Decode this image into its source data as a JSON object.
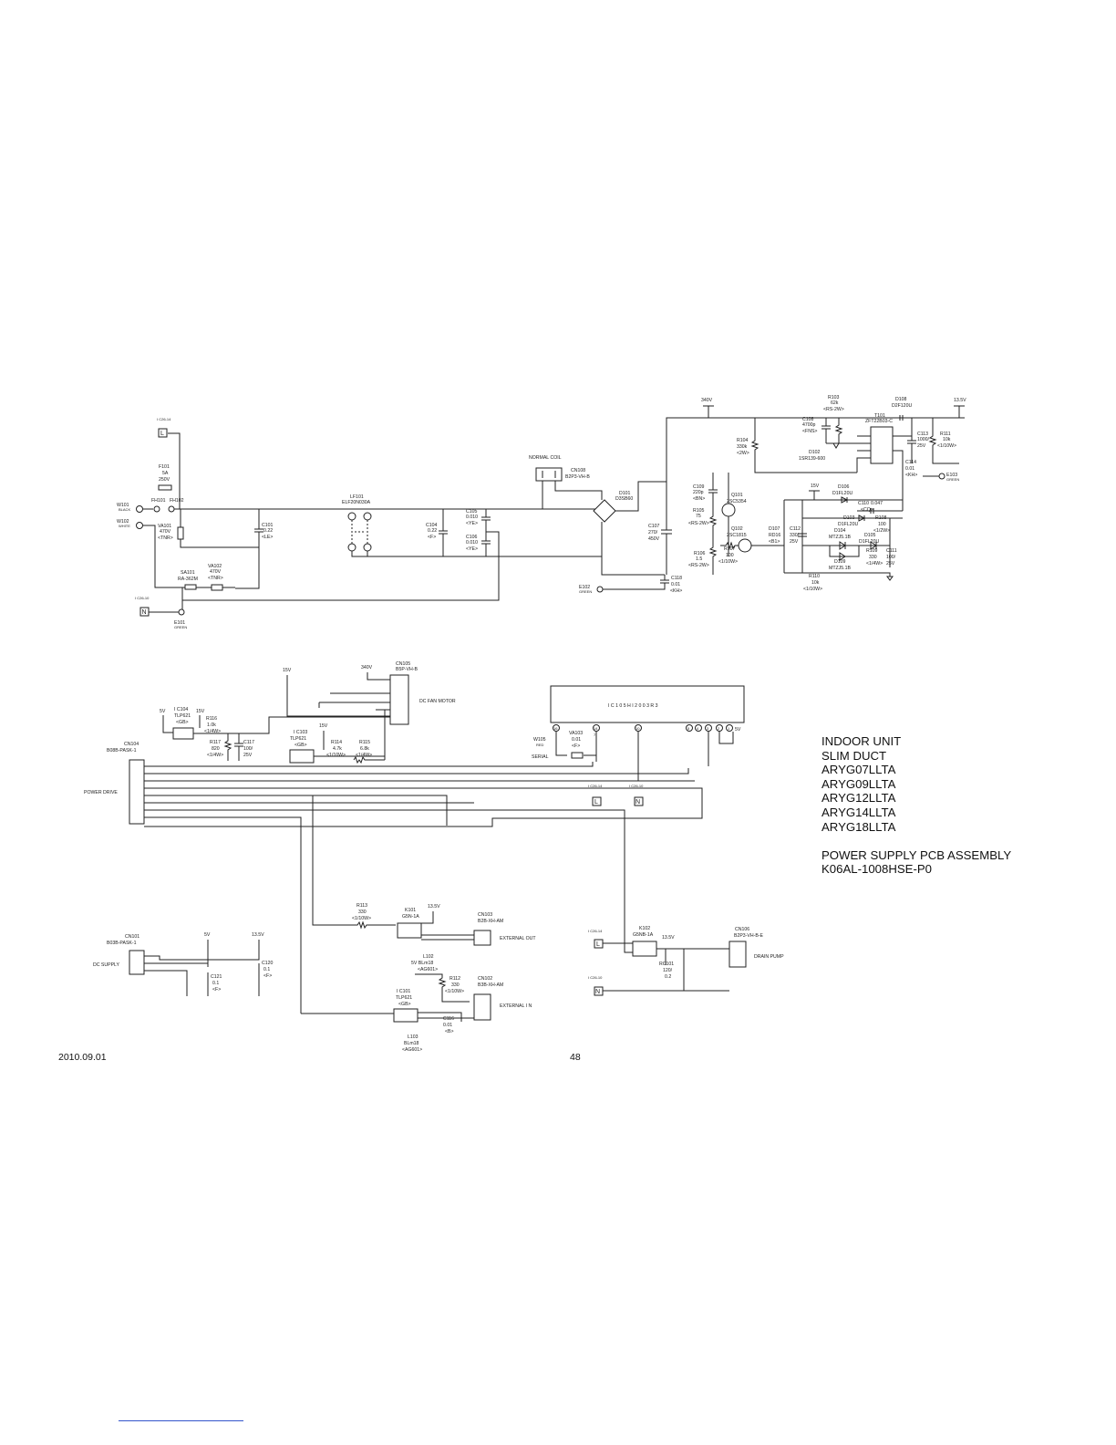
{
  "title_block": {
    "lines": [
      "INDOOR UNIT",
      "SLIM DUCT",
      "ARYG07LLTA",
      "ARYG09LLTA",
      "ARYG12LLTA",
      "ARYG14LLTA",
      "ARYG18LLTA",
      "",
      "POWER SUPPLY PCB ASSEMBLY",
      "K06AL-1008HSE-P0"
    ]
  },
  "footer": {
    "date": "2010.09.01",
    "page": "48"
  },
  "labels": {
    "ic26_14": "I C26-14",
    "ic26_10": "I C26-10",
    "L": "L",
    "N": "N",
    "f101": [
      "F101",
      "5A",
      "250V"
    ],
    "fh101": "FH101",
    "fh102": "FH102",
    "w101": "W101",
    "black": "BLACK",
    "w102": "W102",
    "white": "WHITE",
    "va101": [
      "VA101",
      "470V",
      "<TNR>"
    ],
    "c101": [
      "C101",
      "0.22",
      "<LE>"
    ],
    "lf101": [
      "LF101",
      "ELF20N030A"
    ],
    "c104": [
      "C104",
      "0.22",
      "<F>"
    ],
    "c105": [
      "C105",
      "0.010",
      "<YE>"
    ],
    "c106": [
      "C106",
      "0.010",
      "<YE>"
    ],
    "sa101": [
      "SA101",
      "RA-362M"
    ],
    "va102": [
      "VA102",
      "470V",
      "<TNR>"
    ],
    "e101": [
      "E101",
      "GREEN"
    ],
    "normal_coil": "NORMAL COIL",
    "cn108": [
      "CN108",
      "B2P3-VH-B"
    ],
    "d101": [
      "D101",
      "D3SB60"
    ],
    "c107": [
      "C107",
      "270/",
      "450V"
    ],
    "v340": "340V",
    "r104": [
      "R104",
      "330k",
      "<2W>"
    ],
    "c108": [
      "C108",
      "4700p",
      "<FNS>"
    ],
    "r103": [
      "R103",
      "62k",
      "<RS-2W>"
    ],
    "d102": [
      "D102",
      "1SR139-600"
    ],
    "d108": [
      "D108",
      "D2F120U"
    ],
    "v135_top": "13.5V",
    "t101": [
      "T101",
      "ZFT22B03-C"
    ],
    "c113": [
      "C113",
      "1000/",
      "25V"
    ],
    "r111": [
      "R111",
      "10k",
      "<1/10W>"
    ],
    "c114": [
      "C114",
      "0.01",
      "<KH>"
    ],
    "e103": [
      "E103",
      "GREEN"
    ],
    "c109": [
      "C109",
      "220p",
      "<BN>"
    ],
    "q101": [
      "Q101",
      "2SC5354"
    ],
    "r105": [
      "R105",
      "75",
      "<RS-2W>"
    ],
    "q102": [
      "Q102",
      "2SC1815"
    ],
    "r106": [
      "R106",
      "1.5",
      "<RS-2W>"
    ],
    "r107": [
      "R107",
      "100",
      "<1/10W>"
    ],
    "d107": [
      "D107",
      "RD16",
      "<B1>"
    ],
    "c112": [
      "C112",
      "330/",
      "25V"
    ],
    "v15_top": "15V",
    "d106": [
      "D106",
      "D1FL20U"
    ],
    "c110": [
      "C110",
      "0.047",
      "<CQ>"
    ],
    "d103": [
      "D103",
      "D1FL20U"
    ],
    "d104": [
      "D104",
      "MTZJ5.1B"
    ],
    "r108": [
      "R108",
      "100",
      "<1/2W>"
    ],
    "d105": [
      "D105",
      "D1FL20U"
    ],
    "d109": [
      "D109",
      "MTZJ5.1B"
    ],
    "r109": [
      "R109",
      "330",
      "<1/4W>"
    ],
    "c111": [
      "C111",
      "100/",
      "25V"
    ],
    "r110": [
      "R110",
      "10k",
      "<1/10W>"
    ],
    "c118": [
      "C118",
      "0.01",
      "<KH>"
    ],
    "e102": [
      "E102",
      "GREEN"
    ],
    "v15_fan": "15V",
    "v340_fan": "340V",
    "cn105": [
      "CN105",
      "B5P-VH-B"
    ],
    "dc_fan_motor": "DC FAN MOTOR",
    "ic104": [
      "I C104",
      "TLP621",
      "<GB>"
    ],
    "v5": "5V",
    "v15": "15V",
    "r116": [
      "R116",
      "1.0k",
      "<1/4W>"
    ],
    "r117": [
      "R117",
      "820",
      "<1/4W>"
    ],
    "c117": [
      "C117",
      "100/",
      "25V"
    ],
    "ic103": [
      "I C103",
      "TLP621",
      "<GB>"
    ],
    "r114": [
      "R114",
      "4.7k",
      "<1/10W>"
    ],
    "r115": [
      "R115",
      "6.8k",
      "<1/4W>"
    ],
    "cn104": [
      "CN104",
      "B08B-PASK-1"
    ],
    "power_drive": "POWER DRIVE",
    "ic105": "I C 1 0 5   H I 2 0 0 3 R 3",
    "w105": [
      "W105",
      "RED"
    ],
    "va103": [
      "VA103",
      "0.01",
      "<F>"
    ],
    "serial": "SERIAL",
    "ic_pins": [
      "16",
      "14",
      "7",
      "10",
      "5",
      "4",
      "3",
      "2",
      "1"
    ],
    "v5_ic": "5V",
    "r113": [
      "R113",
      "330",
      "<1/10W>"
    ],
    "k101": [
      "K101",
      "G5N-1A"
    ],
    "v135_k101": "13.5V",
    "cn103": [
      "CN103",
      "B2B-XH-AM"
    ],
    "external_out": "EXTERNAL  OUT",
    "cn101": [
      "CN101",
      "B03B-PASK-1"
    ],
    "dc_supply": "DC SUPPLY",
    "v5_dc": "5V",
    "v135_dc": "13.5V",
    "c121": [
      "C121",
      "0.1",
      "<F>"
    ],
    "c120": [
      "C120",
      "0.1",
      "<F>"
    ],
    "l102": [
      "L102",
      "5V BLm18",
      "<AG601>"
    ],
    "r112": [
      "R112",
      "330",
      "<1/10W>"
    ],
    "cn102": [
      "CN102",
      "B3B-XH-AM"
    ],
    "external_in": "EXTERNAL  I N",
    "ic101": [
      "I C101",
      "TLP621",
      "<GB>"
    ],
    "c116": [
      "C116",
      "0.01",
      "<B>"
    ],
    "l103": [
      "L103",
      "BLm18",
      "<AG601>"
    ],
    "k102": [
      "K102",
      "G5NB-1A"
    ],
    "v135_k102": "13.5V",
    "cn106": [
      "CN106",
      "B2P3-VH-B-E"
    ],
    "drain_pump": "DRAIN PUMP",
    "rc101": [
      "RC101",
      "120/",
      "0.2"
    ]
  }
}
